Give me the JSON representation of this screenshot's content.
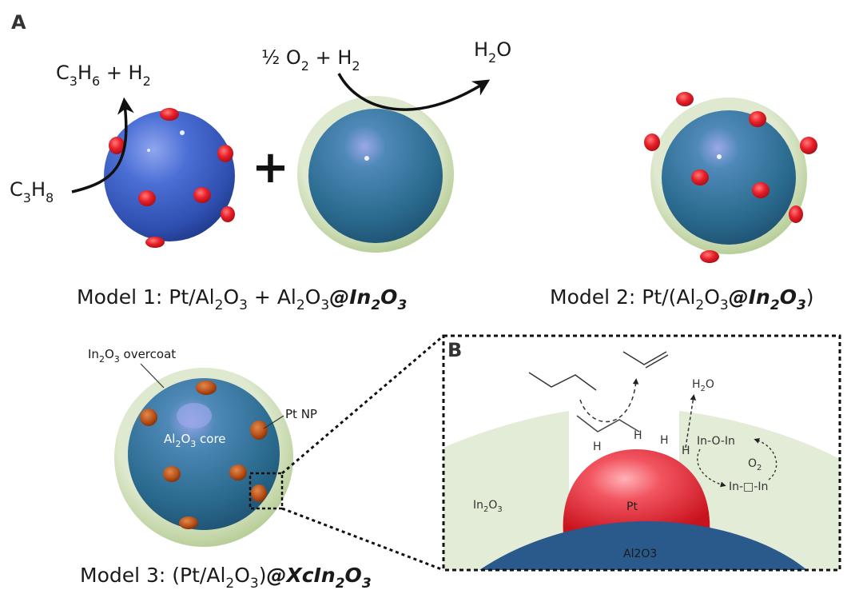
{
  "panels": {
    "a": "A",
    "b": "B"
  },
  "reactions": {
    "propane": {
      "base": "C",
      "sub1": "3",
      "mid": "H",
      "sub2": "8"
    },
    "propene": {
      "c": "C",
      "c_sub": "3",
      "h": "H",
      "h_sub": "6",
      "plus": " + H",
      "h2_sub": "2"
    },
    "oxygen": {
      "half": "½ O",
      "o_sub": "2",
      "plus": " + H",
      "h_sub": "2"
    },
    "water": {
      "h": "H",
      "h_sub": "2",
      "o": "O"
    },
    "plus_sign": "+"
  },
  "captions": {
    "model1": {
      "a": "Model 1: Pt/Al",
      "b": "O",
      "c": " + Al",
      "d": "O",
      "e": "@In",
      "f": "O",
      "sub2": "2",
      "sub3": "3"
    },
    "model2": {
      "a": "Model 2: Pt/(Al",
      "b": "O",
      "c": "@In",
      "d": "O",
      "e": ")",
      "sub2": "2",
      "sub3": "3"
    },
    "model3": {
      "a": "Model 3: (Pt/Al",
      "b": "O",
      "c": ")",
      "d": "@XcIn",
      "e": "O",
      "sub2": "2",
      "sub3": "3"
    }
  },
  "labels": {
    "overcoat": {
      "a": "In",
      "b": "O",
      "c": " overcoat",
      "sub2": "2",
      "sub3": "3"
    },
    "ptnp": "Pt NP",
    "core": {
      "a": "Al",
      "b": "O",
      "c": " core",
      "sub2": "2",
      "sub3": "3"
    }
  },
  "panel_b": {
    "h2o": {
      "h": "H",
      "sub": "2",
      "o": "O"
    },
    "h_atom": "H",
    "in_o_in": "In-O-In",
    "o2": {
      "o": "O",
      "sub": "2"
    },
    "in_vac_in": "In-□-In",
    "in2o3": {
      "a": "In",
      "b": "O",
      "sub2": "2",
      "sub3": "3"
    },
    "pt": "Pt",
    "al2o3": "Al2O3"
  },
  "colors": {
    "blue_sphere": "#3a5fc4",
    "teal_core": "#2e6f93",
    "shell_green": "#c9dcb0",
    "pt_red": "#e8202a",
    "pt_brown": "#b8501a",
    "panelb_green": "#e2ecd6",
    "panelb_blue": "#2a5a8c"
  }
}
